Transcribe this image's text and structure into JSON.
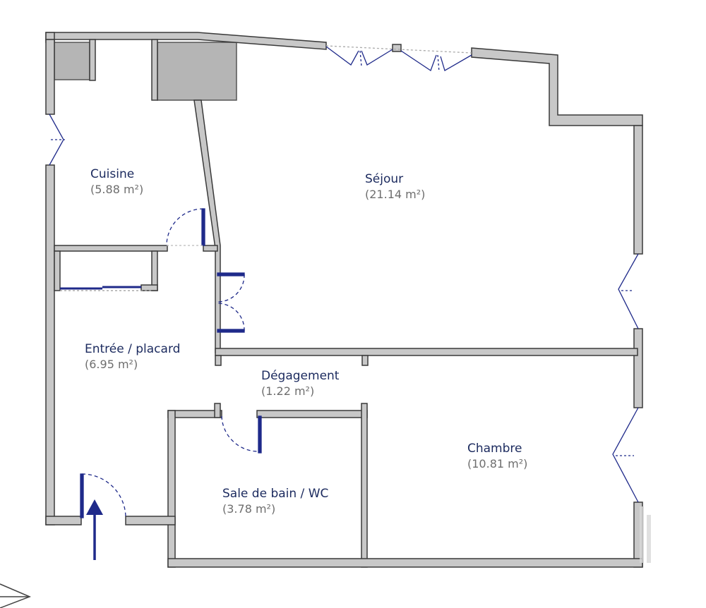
{
  "rooms": [
    {
      "id": "cuisine",
      "name": "Cuisine",
      "area": "(5.88 m²)"
    },
    {
      "id": "sejour",
      "name": "Séjour",
      "area": "(21.14 m²)"
    },
    {
      "id": "entree",
      "name": "Entrée / placard",
      "area": "(6.95 m²)"
    },
    {
      "id": "degagement",
      "name": "Dégagement",
      "area": "(1.22 m²)"
    },
    {
      "id": "chambre",
      "name": "Chambre",
      "area": "(10.81 m²)"
    },
    {
      "id": "sdb",
      "name": "Sale de bain / WC",
      "area": "(3.78 m²)"
    }
  ],
  "colors": {
    "wall_fill": "#c8c8c8",
    "wall_stroke": "#3a3a3a",
    "fixture_fill": "#b5b5b5",
    "door_blue": "#1f2a8a",
    "label_name": "#1b2a5e",
    "label_area": "#6e6e6e"
  },
  "icons": {
    "entrance": "entrance-arrow-icon",
    "compass": "compass-icon"
  }
}
